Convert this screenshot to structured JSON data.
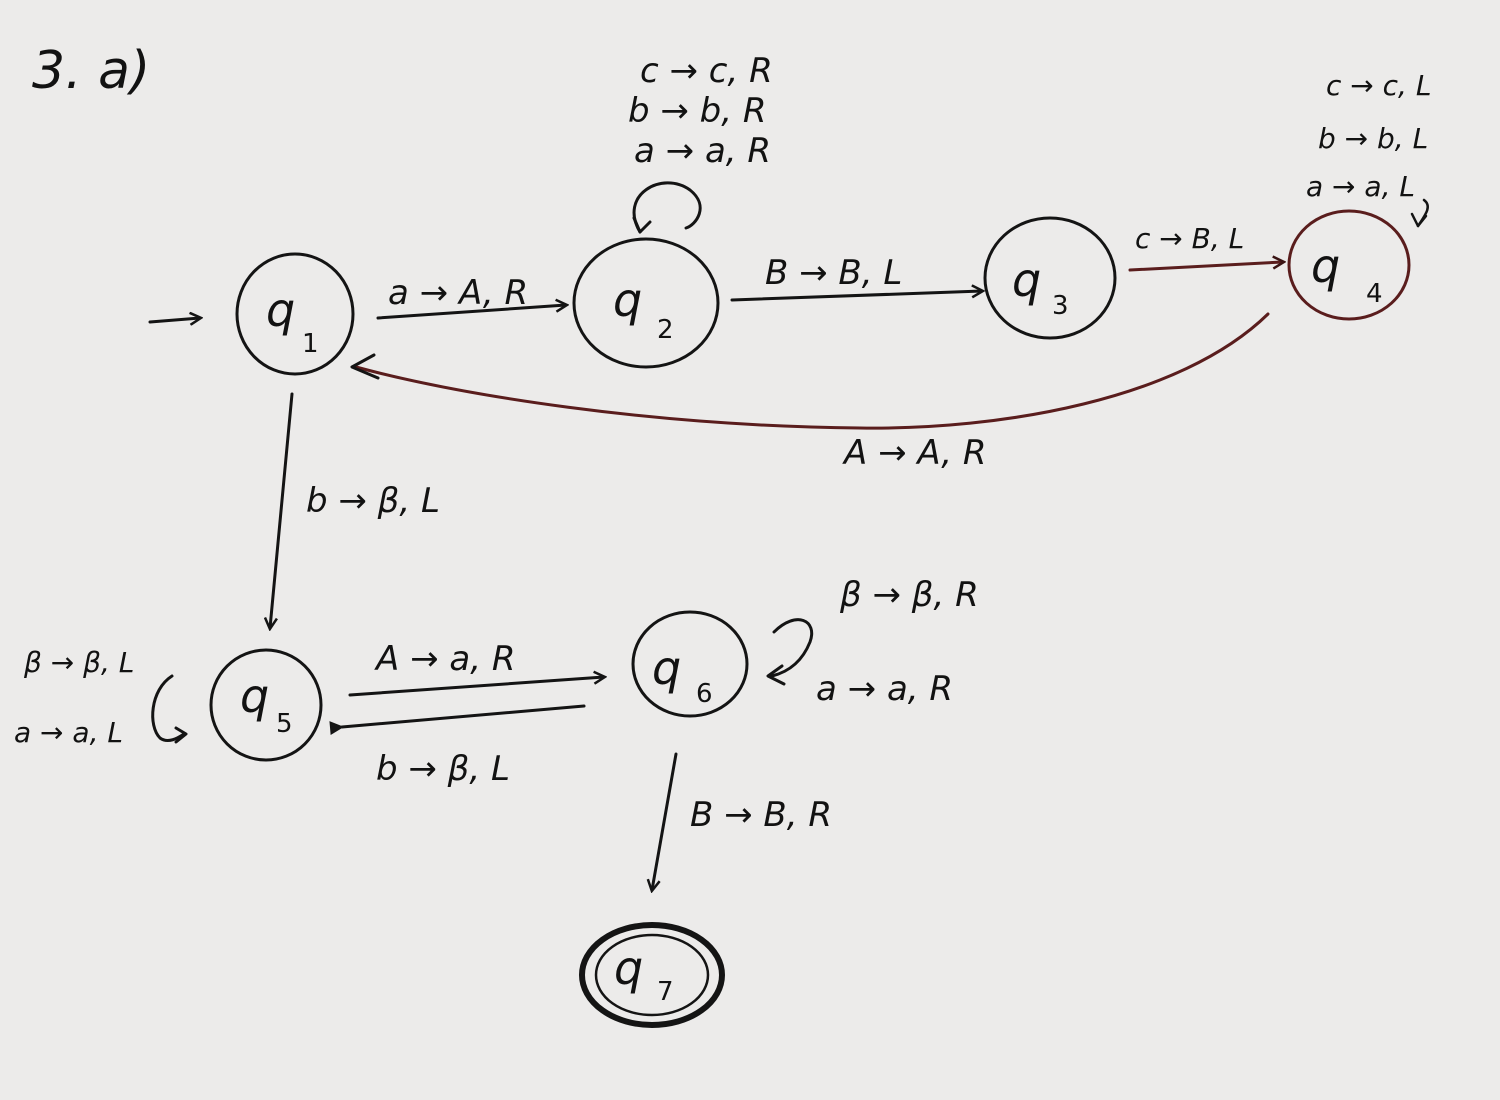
{
  "title": "3. a)",
  "states": [
    {
      "id": "q1",
      "base": "q",
      "index": "1"
    },
    {
      "id": "q2",
      "base": "q",
      "index": "2"
    },
    {
      "id": "q3",
      "base": "q",
      "index": "3"
    },
    {
      "id": "q4",
      "base": "q",
      "index": "4"
    },
    {
      "id": "q5",
      "base": "q",
      "index": "5"
    },
    {
      "id": "q6",
      "base": "q",
      "index": "6"
    },
    {
      "id": "q7",
      "base": "q",
      "index": "7",
      "accepting": true
    }
  ],
  "start_state": "q1",
  "transitions": {
    "q1_q2": "a → A, R",
    "q2_self": [
      "c → c, R",
      "b → b, R",
      "a → a, R"
    ],
    "q2_q3": "B → B, L",
    "q3_q4": "c → B, L",
    "q4_self": [
      "c → c, L",
      "b → b, L",
      "a → a, L"
    ],
    "q4_q1": "A → A, R",
    "q1_q5": "b → β, L",
    "q5_self": [
      "β → β, L",
      "a → a, L"
    ],
    "q5_q6": "A → a, R",
    "q6_q5": "b → β, L",
    "q6_self": [
      "β → β, R",
      "a → a, R"
    ],
    "q6_q7": "B → B, R"
  }
}
